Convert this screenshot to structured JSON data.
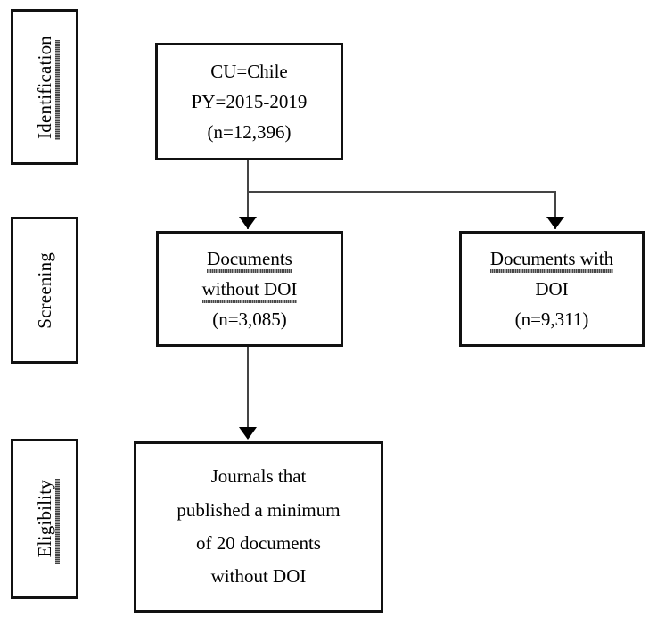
{
  "diagram": {
    "type": "prisma-flow-diagram",
    "stages": [
      {
        "id": "identification",
        "label": "Identification",
        "misspelled": true
      },
      {
        "id": "screening",
        "label": "Screening",
        "misspelled": false
      },
      {
        "id": "eligibility",
        "label": "Eligibility",
        "misspelled": true
      }
    ],
    "boxes": {
      "identification": {
        "name": "records-identified",
        "lines": [
          {
            "text": "CU=Chile",
            "misspelled": false
          },
          {
            "text": "PY=2015-2019",
            "misspelled": false
          },
          {
            "text": "(n=12,396)",
            "misspelled": false
          }
        ],
        "count": 12396,
        "country": "Chile",
        "publication_years": "2015-2019"
      },
      "documents_without_doi": {
        "name": "documents-without-doi",
        "lines": [
          {
            "text": "Documents",
            "misspelled": true
          },
          {
            "text": "without DOI",
            "misspelled": true
          },
          {
            "text": "(n=3,085)",
            "misspelled": false
          }
        ],
        "count": 3085
      },
      "documents_with_doi": {
        "name": "documents-with-doi",
        "lines": [
          {
            "text": "Documents with",
            "misspelled": true
          },
          {
            "text": "DOI",
            "misspelled": false
          },
          {
            "text": "(n=9,311)",
            "misspelled": false
          }
        ],
        "count": 9311
      },
      "eligibility": {
        "name": "journals-minimum-20-documents",
        "lines": [
          {
            "text": "Journals that",
            "misspelled": false
          },
          {
            "text": "published a minimum",
            "misspelled": false
          },
          {
            "text": "of 20 documents",
            "misspelled": false
          },
          {
            "text": "without DOI",
            "misspelled": false
          }
        ],
        "clipped_line": ". . . .",
        "minimum_documents": 20
      }
    },
    "connectors": [
      {
        "name": "identification-to-documents-without-doi",
        "arrow": true
      },
      {
        "name": "identification-to-documents-with-doi",
        "arrow": true
      },
      {
        "name": "documents-without-doi-to-eligibility",
        "arrow": true
      }
    ],
    "colors": {
      "border": "#111111",
      "connector": "#444444",
      "background": "#ffffff",
      "text": "#000000",
      "squiggle": "#333333"
    }
  }
}
